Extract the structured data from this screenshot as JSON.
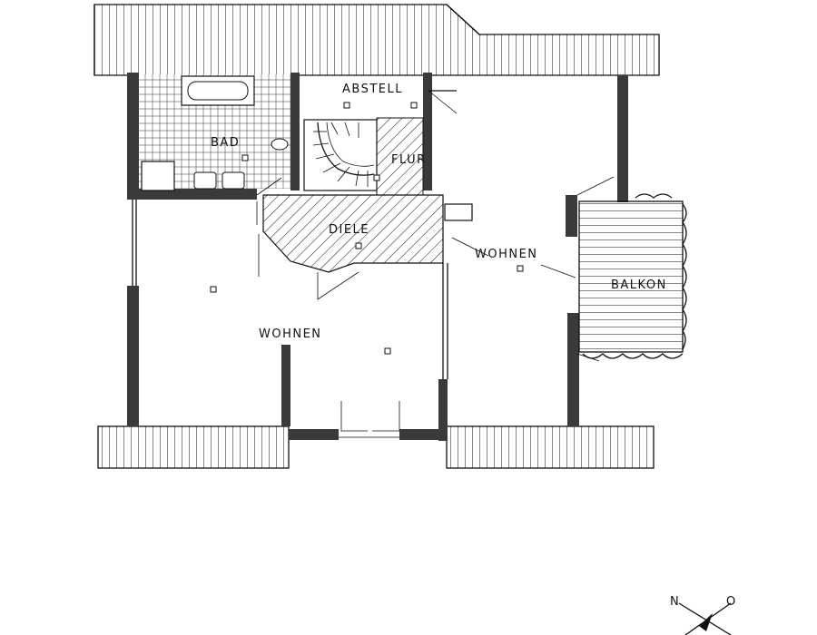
{
  "rooms": {
    "abstell": "ABSTELL",
    "bad": "BAD",
    "flur": "FLUR",
    "diele": "DIELE",
    "wohnen_main": "WOHNEN",
    "wohnen_right": "WOHNEN",
    "balkon": "BALKON"
  },
  "compass": {
    "north": "N",
    "east": "O"
  }
}
